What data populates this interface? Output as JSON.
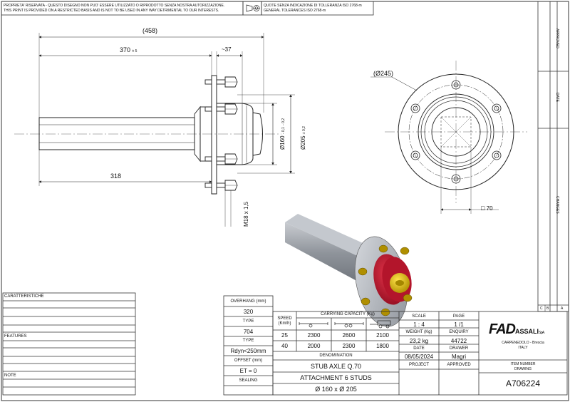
{
  "header": {
    "notice_it": "PROPRIETA' RISERVATA - QUESTO DISEGNO NON PUO' ESSERE UTILIZZATO O RIPRODOTTO SENZA NOSTRA AUTORIZZAZIONE.",
    "notice_en": "THIS PRINT IS PROVIDED ON A RESTRICTED BASIS AND IS NOT TO BE USED IN ANY WAY DETRIMENTAL TO OUR INTERESTS.",
    "tolerance_it": "QUOTE SENZA INDICAZIONE DI TOLLERANZA ISO 2768-m",
    "tolerance_en": "GENERAL TOLERANCES ISO 2768-m"
  },
  "side_columns": {
    "approved": "APPROVED",
    "date": "DATE",
    "changes": "CHANGES",
    "revs": [
      "C",
      "B",
      "A"
    ]
  },
  "dimensions": {
    "total_length": "(458)",
    "length_370": "370",
    "tol_370": "± 5",
    "flange_37": "~37",
    "length_318": "318",
    "dia_160": "Ø160",
    "tol_160_upper": "- 0,1",
    "tol_160_lower": "- 0,2",
    "dia_205": "Ø205",
    "tol_205": "± 0,2",
    "stud_thread": "M18 x 1,5",
    "flange_dia": "(Ø245)",
    "square_70": "70"
  },
  "left_notes": {
    "characteristics": "CARATTERISTICHE",
    "features": "FEATURES",
    "note": "NOTE"
  },
  "specs": {
    "overhang_label": "OVERHANG (mm)",
    "overhang_value": "320",
    "type_label": "TYPE",
    "type_value": "704",
    "type_en_label": "TYPE",
    "type_en_value": "Rdyn<250mm",
    "offset_label": "OFFSET (mm)",
    "offset_value": "ET = 0",
    "sealing_label": "SEALING"
  },
  "capacity": {
    "speed_label": "SPEED",
    "speed_unit": "(Km/h)",
    "capacity_label": "CARRYING CAPACITY (Kg)",
    "rows": [
      {
        "speed": "25",
        "values": [
          "2300",
          "2600",
          "2100"
        ]
      },
      {
        "speed": "40",
        "values": [
          "2000",
          "2300",
          "1800"
        ]
      }
    ],
    "denomination_label": "DENOMINATION",
    "denomination": "STUB AXLE  Q.70",
    "attachment": "ATTACHMENT 6 STUDS",
    "size": "Ø 160 x Ø 205"
  },
  "meta": {
    "scale_label": "SCALE",
    "scale": "1 : 4",
    "page_label": "PAGE",
    "page": "1 /1",
    "weight_label": "WEIGHT (Kg)",
    "weight": "23,2 kg",
    "enquiry_label": "ENQUIRY",
    "enquiry": "44722",
    "date_label": "DATE",
    "date": "08/05/2024",
    "drawer_label": "DRAWER",
    "drawer": "Magri",
    "project_label": "PROJECT",
    "approved_label": "APPROVED"
  },
  "company": {
    "logo_main": "FAD",
    "logo_sub": "ASSALI",
    "logo_suffix": "S.p.A.",
    "city": "CARPENEDOLO  - Brescia",
    "country": "ITALY",
    "item_label_1": "ITEM NUMBER",
    "item_label_2": "DRAWING",
    "item_number": "A706224"
  },
  "colors": {
    "hub": "#c8102e",
    "cap": "#d9b300",
    "flange": "#b8bcc4",
    "tube": "#9aa0a8"
  }
}
